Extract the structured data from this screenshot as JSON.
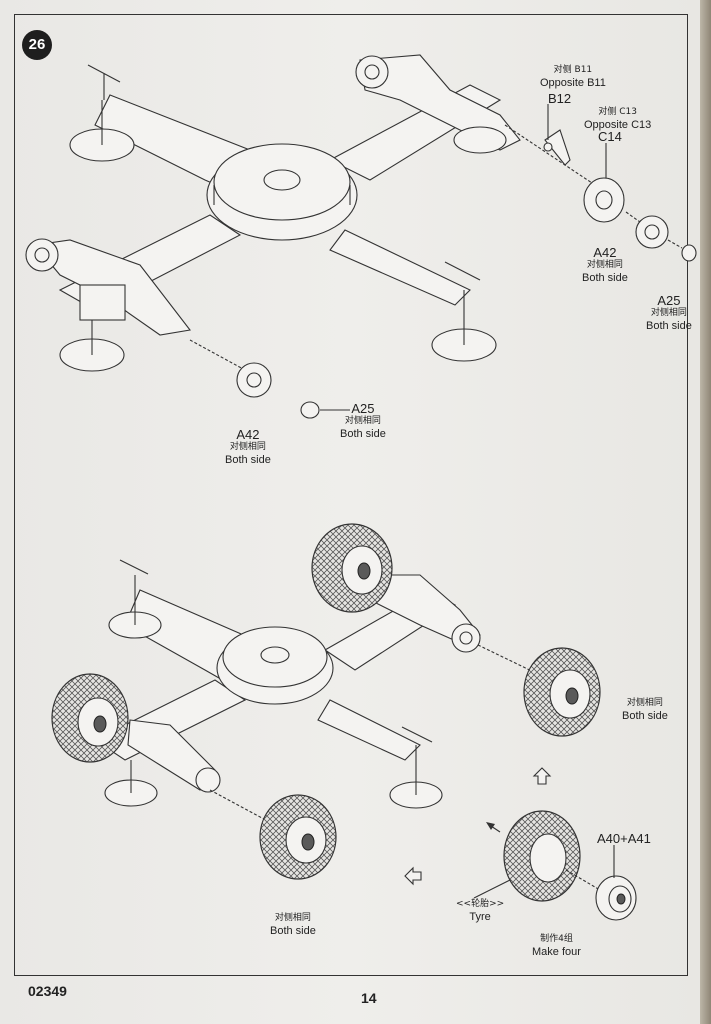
{
  "step_number": "26",
  "footer": {
    "code": "02349",
    "page": "14"
  },
  "labels": {
    "b11_cn": "对侧 B11",
    "b11_en": "Opposite B11",
    "b12": "B12",
    "c13_cn": "对侧 C13",
    "c13_en": "Opposite C13",
    "c14": "C14",
    "a42_right": "A42",
    "a42_right_cn": "对侧相同",
    "a42_right_en": "Both side",
    "a25_right": "A25",
    "a25_right_cn": "对侧相同",
    "a25_right_en": "Both side",
    "a25_left": "A25",
    "a25_left_cn": "对侧相同",
    "a25_left_en": "Both side",
    "a42_left": "A42",
    "a42_left_cn": "对侧相同",
    "a42_left_en": "Both side",
    "wheel_cn": "对侧相同",
    "wheel_en": "Both side",
    "front_wheel_cn": "对侧相同",
    "front_wheel_en": "Both side",
    "a40_a41": "A40+A41",
    "tyre_cn": "<<轮胎>>",
    "tyre_en": "Tyre",
    "make_cn": "制作4组",
    "make_en": "Make four"
  }
}
